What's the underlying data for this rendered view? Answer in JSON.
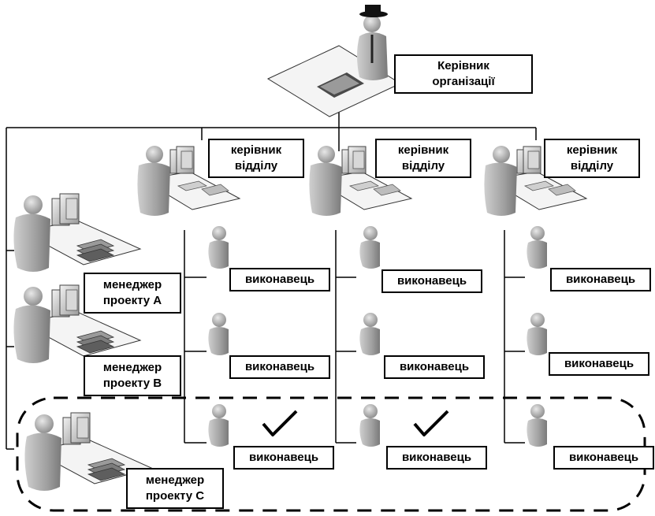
{
  "head": {
    "label": "Керівник\nорганізації"
  },
  "departments": [
    {
      "label": "керівник\nвідділу"
    },
    {
      "label": "керівник\nвідділу"
    },
    {
      "label": "керівник\nвідділу"
    }
  ],
  "managers": [
    {
      "label": "менеджер\nпроекту А"
    },
    {
      "label": "менеджер\nпроекту В"
    },
    {
      "label": "менеджер\nпроекту С"
    }
  ],
  "performers": [
    {
      "label": "виконавець"
    },
    {
      "label": "виконавець"
    },
    {
      "label": "виконавець"
    },
    {
      "label": "виконавець"
    },
    {
      "label": "виконавець"
    },
    {
      "label": "виконавець"
    },
    {
      "label": "виконавець"
    },
    {
      "label": "виконавець"
    },
    {
      "label": "виконавець"
    }
  ],
  "selected_performers": [
    6,
    7
  ],
  "highlighted_manager": 2
}
